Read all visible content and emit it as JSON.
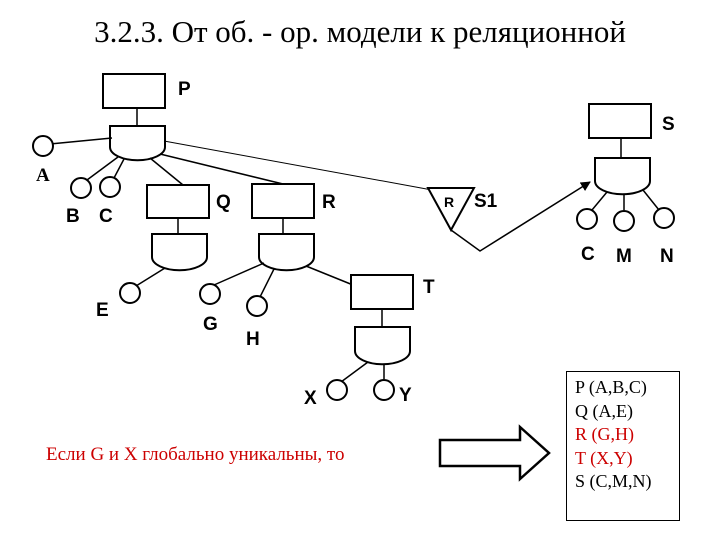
{
  "title": "3.2.3. От об. - ор. модели к реляционной",
  "nodes": {
    "P": "P",
    "A": "A",
    "B": "B",
    "C": "C",
    "Q": "Q",
    "E": "E",
    "R": "R",
    "G": "G",
    "H": "H",
    "T": "T",
    "X": "X",
    "Y": "Y",
    "R_tri": "R",
    "S1": "S1",
    "S": "S",
    "S_C": "C",
    "S_M": "M",
    "S_N": "N"
  },
  "condition_text": "Если  G и X глобально уникальны, то",
  "relations": [
    {
      "text": "P (A,B,C)",
      "color": "#000000"
    },
    {
      "text": "Q (A,E)",
      "color": "#000000"
    },
    {
      "text": "R (G,H)",
      "color": "#cc0000"
    },
    {
      "text": "T (X,Y)",
      "color": "#cc0000"
    },
    {
      "text": "S (C,M,N)",
      "color": "#000000"
    }
  ]
}
